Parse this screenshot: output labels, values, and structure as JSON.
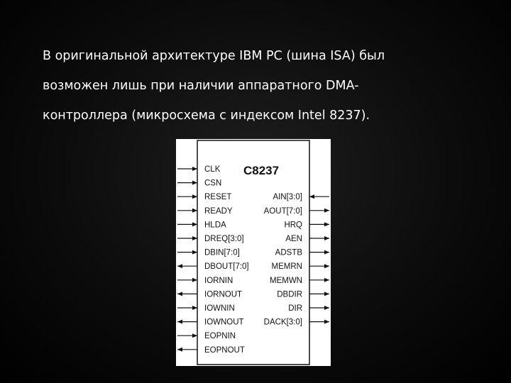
{
  "slide": {
    "lines": [
      "В оригинальной архитектуре IBM PC (шина ISA) был",
      "возможен лишь при наличии аппаратного DMA-",
      "контроллера (микросхема с индексом Intel 8237)."
    ]
  },
  "chip": {
    "title": "C8237",
    "left_pins": [
      {
        "label": "CLK",
        "dir": "in"
      },
      {
        "label": "CSN",
        "dir": "in"
      },
      {
        "label": "RESET",
        "dir": "in"
      },
      {
        "label": "READY",
        "dir": "in"
      },
      {
        "label": "HLDA",
        "dir": "in"
      },
      {
        "label": "DREQ[3:0]",
        "dir": "in"
      },
      {
        "label": "DBIN[7:0]",
        "dir": "in"
      },
      {
        "label": "DBOUT[7:0]",
        "dir": "out"
      },
      {
        "label": "IORNIN",
        "dir": "in"
      },
      {
        "label": "IORNOUT",
        "dir": "out"
      },
      {
        "label": "IOWNIN",
        "dir": "in"
      },
      {
        "label": "IOWNOUT",
        "dir": "out"
      },
      {
        "label": "EOPNIN",
        "dir": "in"
      },
      {
        "label": "EOPNOUT",
        "dir": "out"
      }
    ],
    "right_pins": [
      {
        "label": "AIN[3:0]",
        "dir": "in"
      },
      {
        "label": "AOUT[7:0]",
        "dir": "out"
      },
      {
        "label": "HRQ",
        "dir": "out"
      },
      {
        "label": "AEN",
        "dir": "out"
      },
      {
        "label": "ADSTB",
        "dir": "out"
      },
      {
        "label": "MEMRN",
        "dir": "out"
      },
      {
        "label": "MEMWN",
        "dir": "out"
      },
      {
        "label": "DBDIR",
        "dir": "out"
      },
      {
        "label": "DIR",
        "dir": "out"
      },
      {
        "label": "DACK[3:0]",
        "dir": "out"
      }
    ]
  }
}
